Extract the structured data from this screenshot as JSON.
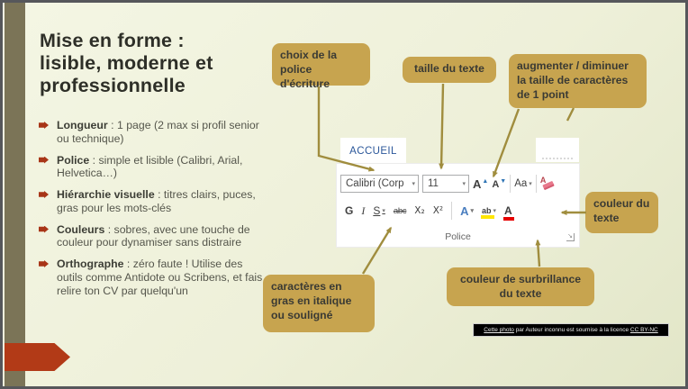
{
  "slide": {
    "title": "Mise en forme : lisible, moderne et professionnelle",
    "bullets": [
      {
        "lead": "Longueur",
        "text": " : 1 page (2 max si profil senior ou technique)"
      },
      {
        "lead": "Police",
        "text": " : simple et lisible (Calibri, Arial, Helvetica…)"
      },
      {
        "lead": "Hiérarchie visuelle",
        "text": " : titres clairs, puces, gras pour les mots-clés"
      },
      {
        "lead": "Couleurs",
        "text": " : sobres, avec une touche de couleur pour dynamiser sans distraire"
      },
      {
        "lead": "Orthographe",
        "text": " : zéro faute ! Utilise des outils comme Antidote ou Scribens, et fais relire ton CV par quelqu'un"
      }
    ]
  },
  "callouts": [
    {
      "id": "font-choice",
      "label": "choix de la police d'écriture"
    },
    {
      "id": "font-size",
      "label": "taille du texte"
    },
    {
      "id": "grow-shrink",
      "label": "augmenter / diminuer la taille de caractères de 1 point"
    },
    {
      "id": "font-color",
      "label": "couleur du texte"
    },
    {
      "id": "highlight",
      "label": "couleur de surbrillance du texte"
    },
    {
      "id": "bold-italic-underline",
      "label": "caractères en gras en italique ou souligné"
    }
  ],
  "ribbon": {
    "tab": "ACCUEIL",
    "font_name": "Calibri (Corp",
    "font_size": "11",
    "grow_font": "A",
    "shrink_font": "A",
    "change_case": "Aa",
    "clear_formatting": "A",
    "bold": "G",
    "italic": "I",
    "underline": "S",
    "strikethrough": "abc",
    "subscript": "X₂",
    "superscript": "X²",
    "text_effects": "A",
    "highlight_letters": "ab",
    "font_color_letter": "A",
    "group_label": "Police"
  },
  "attribution": {
    "link1": "Cette photo",
    "middle": " par Auteur inconnu est soumise à la licence ",
    "link2": "CC BY-NC"
  },
  "colors": {
    "background": "#eef0d9",
    "accent_bar": "#7b7457",
    "accent_red": "#b23a17",
    "callout_bg": "#c7a44f",
    "connector": "#a08d3e",
    "tab_blue": "#2b579a",
    "highlight_yellow": "#ffe600",
    "font_color_red": "#e60000"
  }
}
